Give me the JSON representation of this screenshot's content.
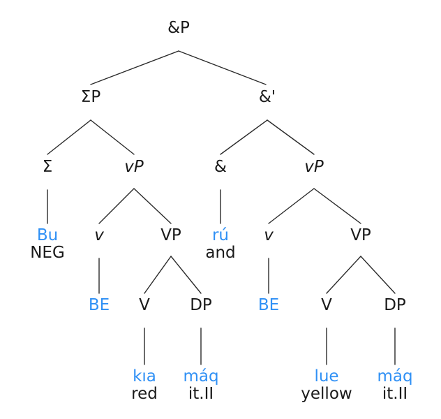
{
  "figure": {
    "type": "syntax-tree",
    "title": "",
    "background_color": "#ffffff",
    "text_color": "#1a1a1a",
    "accent_color": "#2f90f5",
    "line_color": "#2a2a2a"
  },
  "nodes": {
    "root": {
      "label": "&P"
    },
    "sigma_p": {
      "label": "ΣP"
    },
    "and_bar": {
      "label": "&'"
    },
    "sigma": {
      "label": "Σ"
    },
    "vp_left": {
      "label": "vP"
    },
    "amp": {
      "label": "&"
    },
    "vp_right": {
      "label": "vP"
    },
    "v_left": {
      "label": "v"
    },
    "VP_left": {
      "label": "VP"
    },
    "v_right": {
      "label": "v"
    },
    "VP_right": {
      "label": "VP"
    },
    "V_left": {
      "label": "V"
    },
    "DP_left": {
      "label": "DP"
    },
    "V_right": {
      "label": "V"
    },
    "DP_right": {
      "label": "DP"
    }
  },
  "leaves": {
    "neg": {
      "form": "Bu",
      "gloss": "NEG"
    },
    "be_left": {
      "form": "BE",
      "gloss": ""
    },
    "conj": {
      "form": "rú",
      "gloss": "and"
    },
    "be_right": {
      "form": "BE",
      "gloss": ""
    },
    "red": {
      "form": "kıa",
      "gloss": "red"
    },
    "it_left": {
      "form": "máq",
      "gloss": "it.II"
    },
    "yellow": {
      "form": "lue",
      "gloss": "yellow"
    },
    "it_right": {
      "form": "máq",
      "gloss": "it.II"
    }
  }
}
